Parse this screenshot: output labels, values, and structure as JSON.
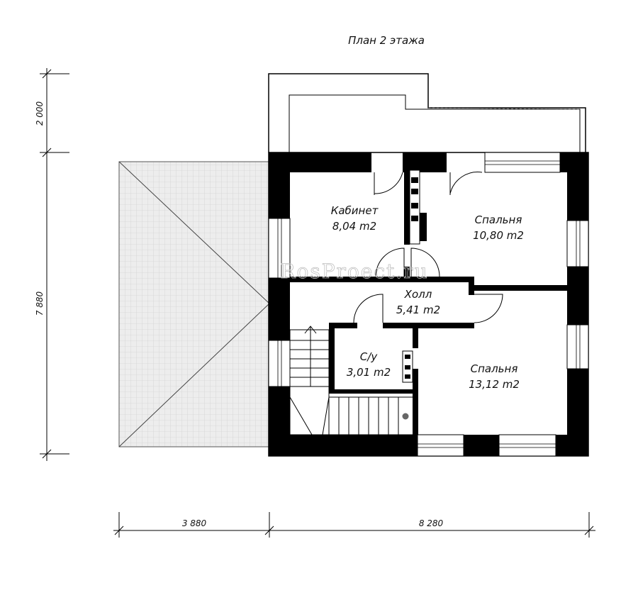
{
  "title": "План 2 этажа",
  "watermark": "RosProect.ru",
  "rooms": {
    "cabinet": {
      "name": "Кабинет",
      "area": "8,04 m2"
    },
    "bedroom1": {
      "name": "Спальня",
      "area": "10,80 m2"
    },
    "hall": {
      "name": "Холл",
      "area": "5,41 m2"
    },
    "bathroom": {
      "name": "С/у",
      "area": "3,01 m2"
    },
    "bedroom2": {
      "name": "Спальня",
      "area": "13,12 m2"
    }
  },
  "dimensions": {
    "balcony_depth": "2 000",
    "house_depth": "7 880",
    "terrace_width": "3 880",
    "house_width": "8 280"
  },
  "colors": {
    "wall": "#000000",
    "roof": "#e8e8e8",
    "line": "#000000"
  }
}
